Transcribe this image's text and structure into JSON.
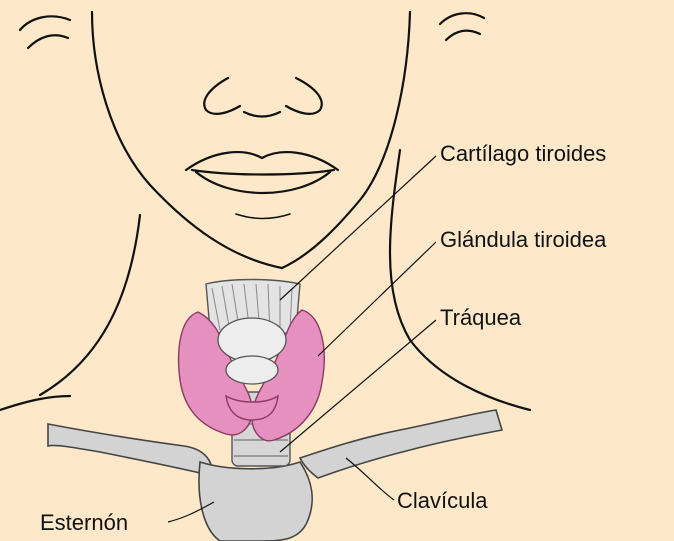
{
  "background_color": "#fde9c9",
  "gland_color": "#e690bf",
  "bone_color": "#d3d3d3",
  "labels": {
    "thyroid_cartilage": "Cartílago tiroides",
    "thyroid_gland": "Glándula tiroidea",
    "trachea": "Tráquea",
    "clavicle": "Clavícula",
    "sternum": "Esternón"
  }
}
